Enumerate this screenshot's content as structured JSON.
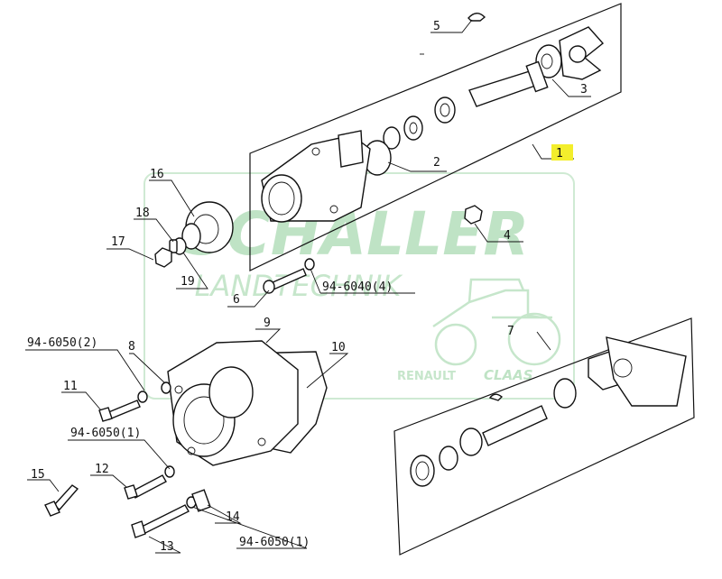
{
  "watermark": {
    "brand": "SCHALLER",
    "subtitle": "LANDTECHNIK",
    "partner_left": "RENAULT",
    "partner_right": "CLAAS",
    "color": "#bfe3c5"
  },
  "highlight_color": "#f3ee2c",
  "callouts": [
    {
      "id": "1",
      "text": "1",
      "highlighted": true
    },
    {
      "id": "2",
      "text": "2"
    },
    {
      "id": "3",
      "text": "3"
    },
    {
      "id": "4",
      "text": "4"
    },
    {
      "id": "5",
      "text": "5"
    },
    {
      "id": "6",
      "text": "6"
    },
    {
      "id": "7",
      "text": "7"
    },
    {
      "id": "8",
      "text": "8"
    },
    {
      "id": "9",
      "text": "9"
    },
    {
      "id": "10",
      "text": "10"
    },
    {
      "id": "11",
      "text": "11"
    },
    {
      "id": "12",
      "text": "12"
    },
    {
      "id": "13",
      "text": "13"
    },
    {
      "id": "14",
      "text": "14"
    },
    {
      "id": "15",
      "text": "15"
    },
    {
      "id": "16",
      "text": "16"
    },
    {
      "id": "17",
      "text": "17"
    },
    {
      "id": "18",
      "text": "18"
    },
    {
      "id": "19",
      "text": "19"
    },
    {
      "id": "r6040",
      "text": "94-6040(4)"
    },
    {
      "id": "r6050a",
      "text": "94-6050(2)"
    },
    {
      "id": "r6050b",
      "text": "94-6050(1)"
    },
    {
      "id": "r6050c",
      "text": "94-6050(1)"
    }
  ]
}
